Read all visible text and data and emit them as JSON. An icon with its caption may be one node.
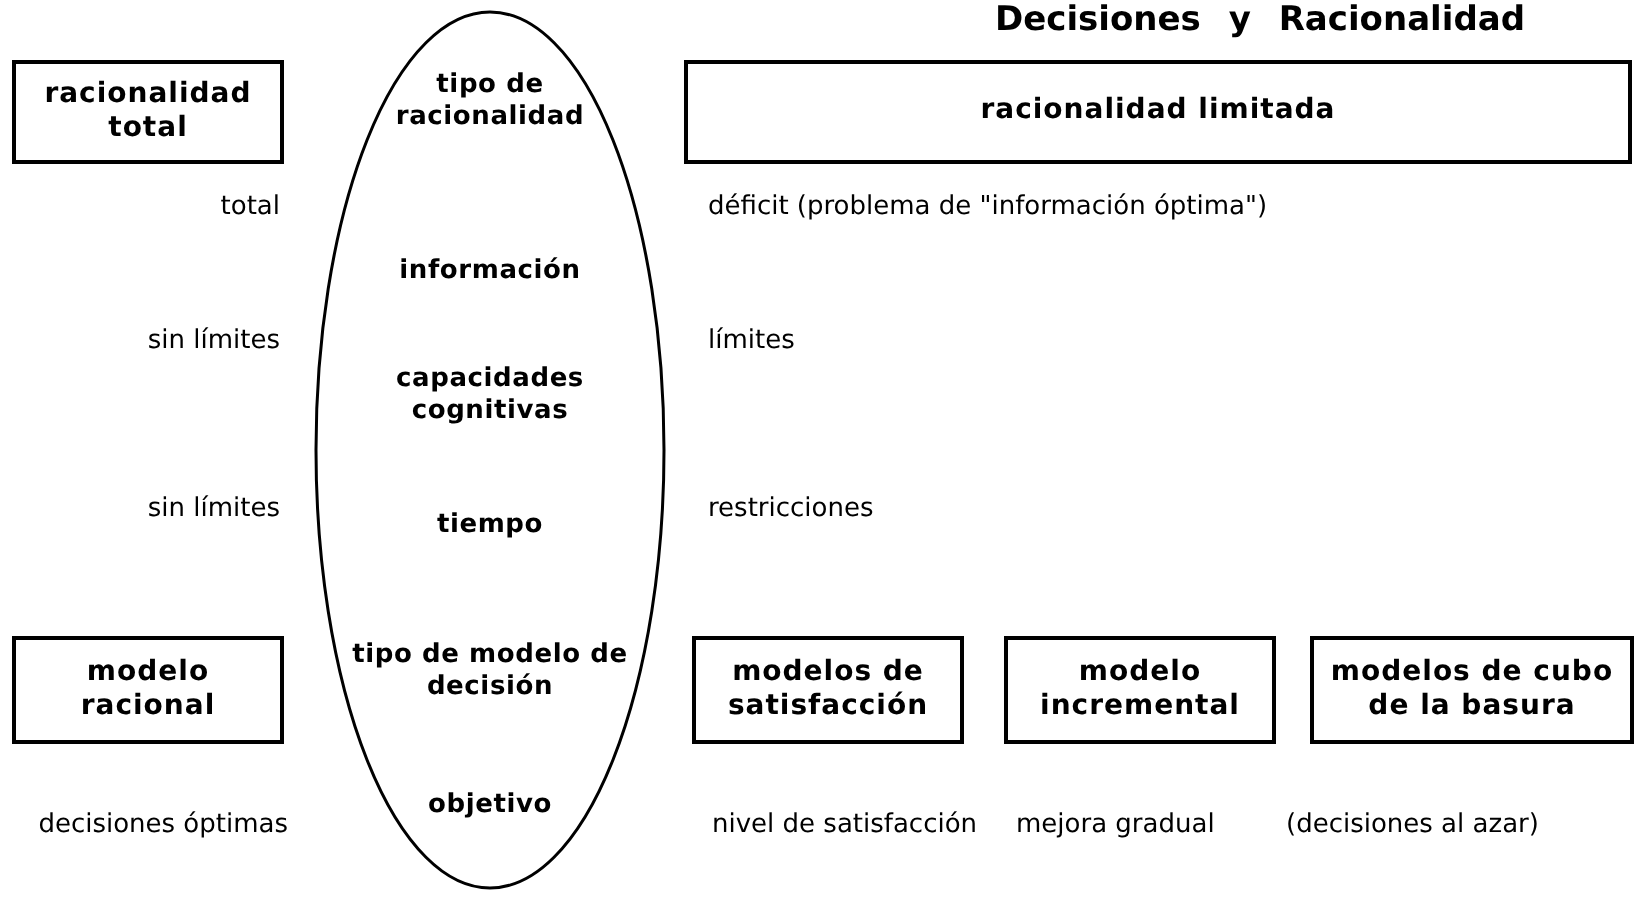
{
  "diagram": {
    "title": "Decisiones y Racionalidad",
    "nodes": [
      {
        "text": [
          "racionalidad total"
        ]
      },
      {
        "text": [
          "tipo de racionalidad",
          "información",
          "capacidades cognitivas",
          "tiempo",
          "tipo de modelo de decisión",
          "objetivo"
        ]
      },
      {
        "text": [
          "racionalidad limitada"
        ]
      },
      {
        "text": [
          "modelo racional"
        ]
      },
      {
        "text": [
          "modelos de satisfacción"
        ]
      },
      {
        "text": [
          "modelo incremental"
        ]
      },
      {
        "text": [
          "modelos de cubo de la basura"
        ]
      }
    ],
    "labels": [
      "total",
      "déficit (problema de \"información óptima\")",
      "sin límites",
      "límites",
      "sin límites",
      "restricciones",
      "decisiones óptimas",
      "nivel de satisfacción",
      "mejora gradual",
      "(decisiones al azar)"
    ]
  }
}
